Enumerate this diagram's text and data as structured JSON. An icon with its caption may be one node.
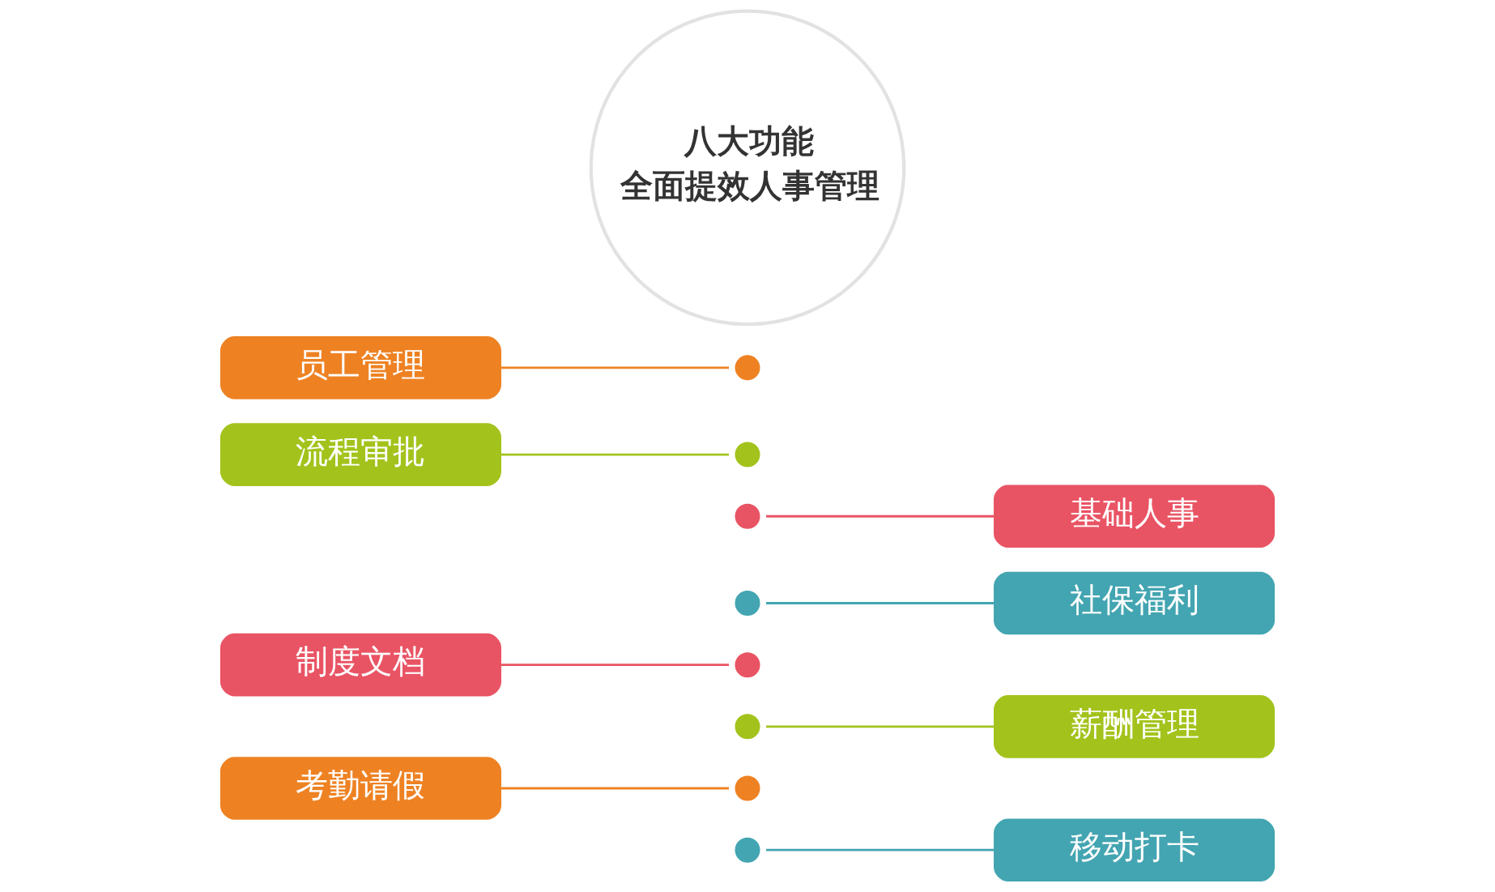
{
  "diagram": {
    "nodes": [
      {
        "text": [
          "员工管理"
        ]
      },
      {
        "text": [
          "基础人事"
        ]
      },
      {
        "text": [
          "流程审批"
        ]
      },
      {
        "text": [
          "八大功能",
          "全面提效人事管理"
        ]
      },
      {
        "text": [
          "社保福利"
        ]
      },
      {
        "text": [
          "制度文档"
        ]
      },
      {
        "text": [
          "薪酬管理"
        ]
      },
      {
        "text": [
          "考勤请假"
        ]
      },
      {
        "text": [
          "移动打卡"
        ]
      },
      {
        "text": [],
        "shape": "circle"
      },
      {
        "text": [],
        "shape": "circle"
      },
      {
        "text": [],
        "shape": "circle"
      },
      {
        "text": [],
        "shape": "circle"
      },
      {
        "text": [],
        "shape": "circle"
      },
      {
        "text": [],
        "shape": "circle"
      },
      {
        "text": [],
        "shape": "circle"
      },
      {
        "text": [],
        "shape": "circle"
      }
    ],
    "edges": [
      {
        "from": 0,
        "to": 9,
        "arrow": "none",
        "color": "#ee8223"
      },
      {
        "from": 11,
        "to": 1,
        "arrow": "none",
        "color": "#e95464"
      },
      {
        "from": 2,
        "to": 10,
        "arrow": "none",
        "color": "#a3c31c"
      },
      {
        "from": 12,
        "to": 4,
        "arrow": "none",
        "color": "#43a5b1"
      },
      {
        "from": 5,
        "to": 13,
        "arrow": "none",
        "color": "#e95464"
      },
      {
        "from": 14,
        "to": 6,
        "arrow": "none",
        "color": "#a3c31c"
      },
      {
        "from": 7,
        "to": 15,
        "arrow": "none",
        "color": "#ee8223"
      },
      {
        "from": 16,
        "to": 8,
        "arrow": "none",
        "color": "#43a5b1"
      }
    ]
  }
}
